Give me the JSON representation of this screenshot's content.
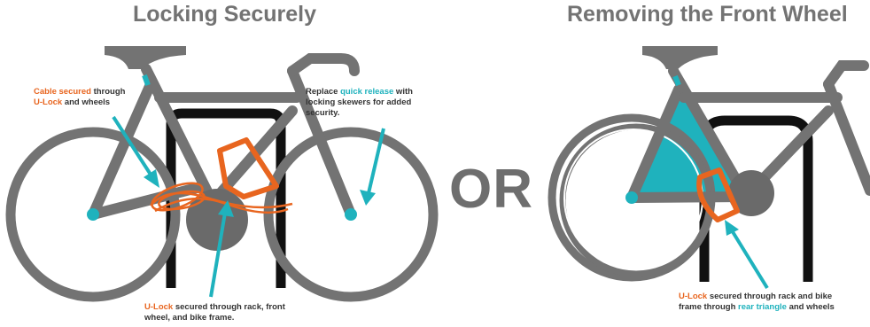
{
  "panels": {
    "left": {
      "title": "Locking Securely",
      "callout_cable": {
        "highlight": "Cable secured",
        "rest1": " through",
        "highlight2": "U-Lock",
        "rest2": " and wheels"
      },
      "callout_skewers": {
        "line1a": "Replace ",
        "highlight": "quick release",
        "line1b": " with",
        "line2": "locking skewers for added",
        "line3": "security."
      },
      "callout_ulock": {
        "highlight": "U-Lock",
        "line1": " secured through rack, front",
        "line2": "wheel, and bike frame."
      }
    },
    "separator": "OR",
    "right": {
      "title": "Removing the Front Wheel",
      "callout_ulock": {
        "highlight": "U-Lock",
        "line1": " secured through rack and bike",
        "line2a": "frame through ",
        "highlight2": "rear triangle",
        "line2b": " and wheels"
      }
    }
  },
  "colors": {
    "frame": "#737373",
    "rack": "#111111",
    "accent_orange": "#e8651f",
    "accent_teal": "#1fb2bd",
    "hub_disc": "#6a6a6a"
  }
}
